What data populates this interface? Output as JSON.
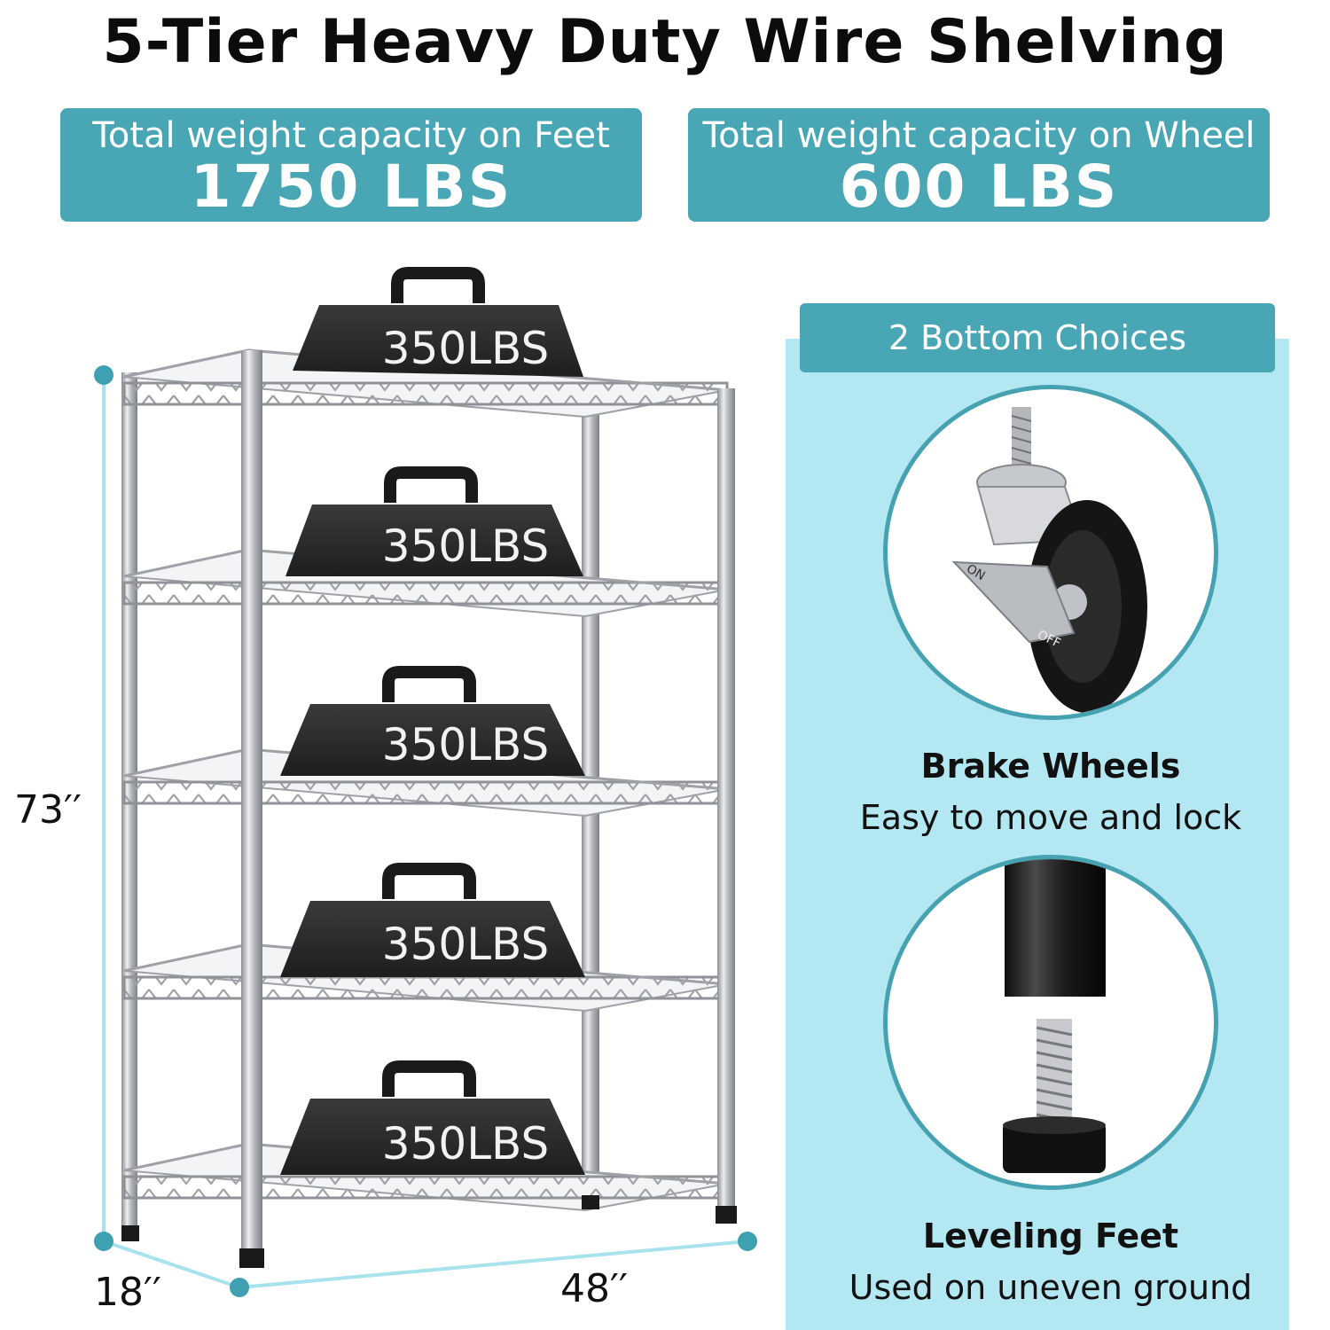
{
  "title": "5-Tier Heavy Duty Wire Shelving",
  "capacity_feet": {
    "label": "Total weight capacity on Feet",
    "value": "1750 LBS"
  },
  "capacity_wheel": {
    "label": "Total weight capacity on Wheel",
    "value": "600 LBS"
  },
  "weights": [
    "350LBS",
    "350LBS",
    "350LBS",
    "350LBS",
    "350LBS"
  ],
  "wheel_marks": {
    "on": "ON",
    "off": "OFF"
  },
  "dimensions": {
    "height": "73′′",
    "depth": "18′′",
    "width": "48′′"
  },
  "choices": {
    "header": "2 Bottom Choices",
    "options": [
      {
        "title": "Brake Wheels",
        "desc": "Easy to move and lock"
      },
      {
        "title": "Leveling Feet",
        "desc": "Used on uneven ground"
      }
    ]
  },
  "colors": {
    "teal": "#49a6b4",
    "light_panel": "#b3e7f1",
    "weight_dark": "#2b2b2b",
    "chrome": "#c9cbcf"
  }
}
